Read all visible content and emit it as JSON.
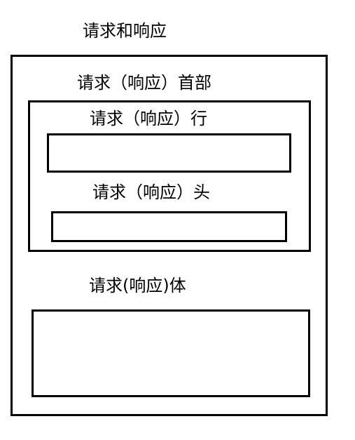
{
  "diagram": {
    "title": "请求和响应",
    "outer_box": {
      "header_label": "请求（响应）首部",
      "header_box": {
        "line_label": "请求（响应）行",
        "head_label": "请求（响应）头"
      },
      "body_label": "请求(响应)体"
    }
  }
}
